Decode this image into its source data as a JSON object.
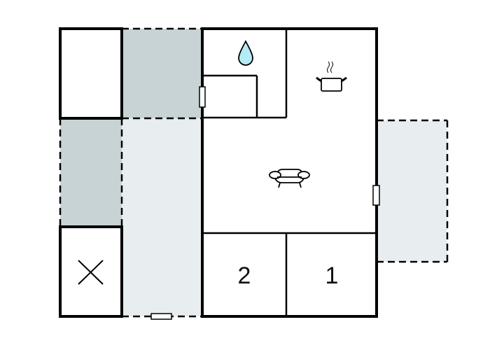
{
  "diagram": {
    "type": "floor-plan",
    "colors": {
      "wall": "#000000",
      "terrace_dark": "#c8d3d6",
      "terrace_light": "#e8eeef",
      "water_drop": "#b3ecf5",
      "room_fill": "#ffffff"
    },
    "rooms": [
      {
        "id": "bathroom",
        "icon": "water-drop-icon"
      },
      {
        "id": "kitchen",
        "icon": "cooking-pot-icon"
      },
      {
        "id": "living-room",
        "icon": "sofa-icon"
      },
      {
        "id": "bedroom-2",
        "label": "2"
      },
      {
        "id": "bedroom-1",
        "label": "1"
      },
      {
        "id": "storage-top"
      },
      {
        "id": "storage-bottom",
        "icon": "cross-icon"
      }
    ],
    "terraces": [
      {
        "id": "covered-terrace-top"
      },
      {
        "id": "covered-terrace-left"
      },
      {
        "id": "open-terrace-left"
      },
      {
        "id": "open-terrace-right"
      }
    ]
  }
}
